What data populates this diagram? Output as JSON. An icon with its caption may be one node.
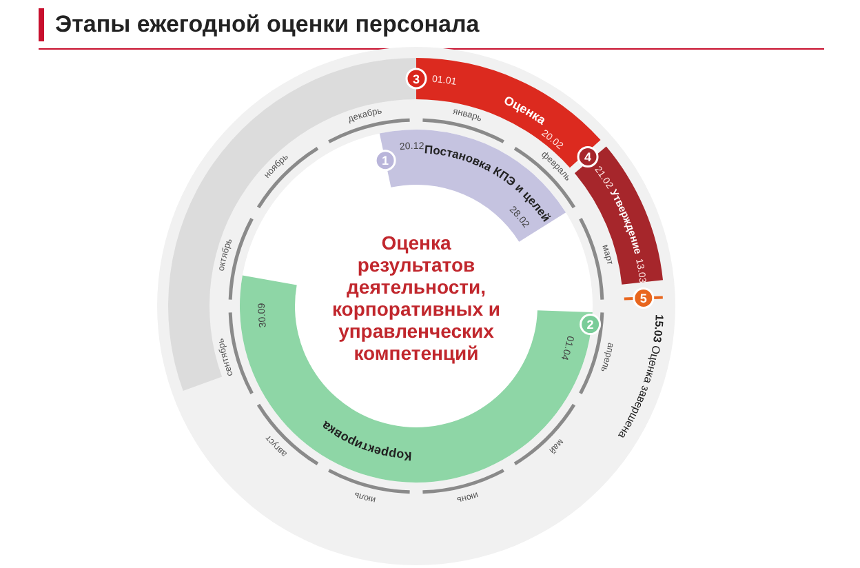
{
  "diagram": {
    "title": "Этапы ежегодной оценки персонала",
    "nodes": [
      {
        "text": [
          "Оценка результатов деятельности, корпоративных и управленческих компетенций"
        ]
      },
      {
        "text": [
          "1"
        ]
      },
      {
        "text": [
          "20.12",
          "Постановка КПЭ и целей",
          "28.02"
        ]
      },
      {
        "text": [
          "2"
        ]
      },
      {
        "text": [
          "01.04",
          "Корректировка",
          "30.09"
        ]
      },
      {
        "text": [
          "3"
        ]
      },
      {
        "text": [
          "01.01",
          "Оценка",
          "20.02"
        ]
      },
      {
        "text": [
          "4"
        ]
      },
      {
        "text": [
          "21.02",
          "Утверждение",
          "13.03"
        ]
      },
      {
        "text": [
          "5"
        ],
        "beside": [
          "**15.03** Оценка завершена"
        ]
      }
    ],
    "labels": [
      "январь",
      "февраль",
      "март",
      "апрель",
      "май",
      "июнь",
      "июль",
      "август",
      "сентябрь",
      "октябрь",
      "ноябрь",
      "декабрь"
    ]
  }
}
